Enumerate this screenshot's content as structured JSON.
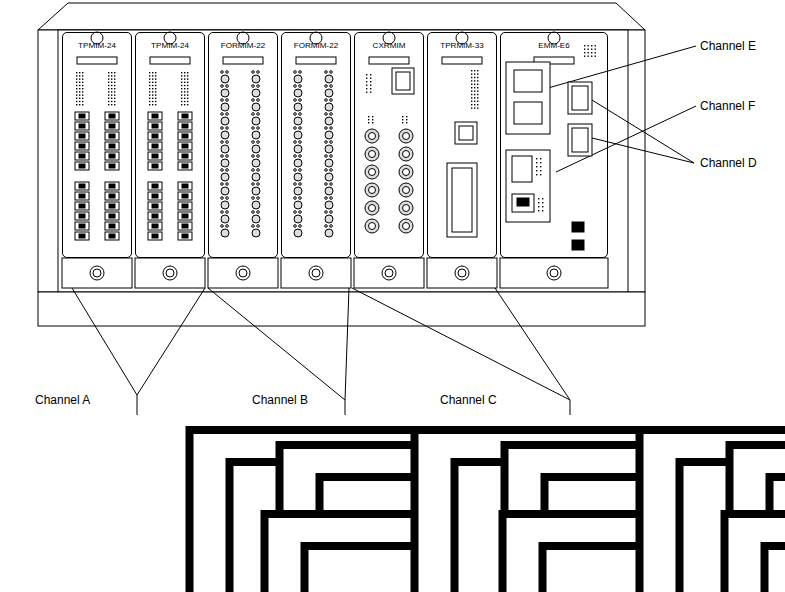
{
  "diagram": {
    "nodes": [
      {
        "text": [
          "TPMIM-24"
        ]
      },
      {
        "text": [
          "TPMIM-24"
        ]
      },
      {
        "text": [
          "FORMIM-22"
        ]
      },
      {
        "text": [
          "FORMIM-22"
        ]
      },
      {
        "text": [
          "CXRMIM"
        ]
      },
      {
        "text": [
          "TPRMIM-33"
        ]
      },
      {
        "text": [
          "EMM-E6"
        ]
      }
    ],
    "labels": [
      "Channel E",
      "Channel F",
      "Channel D",
      "Channel A",
      "Channel B",
      "Channel C"
    ]
  }
}
